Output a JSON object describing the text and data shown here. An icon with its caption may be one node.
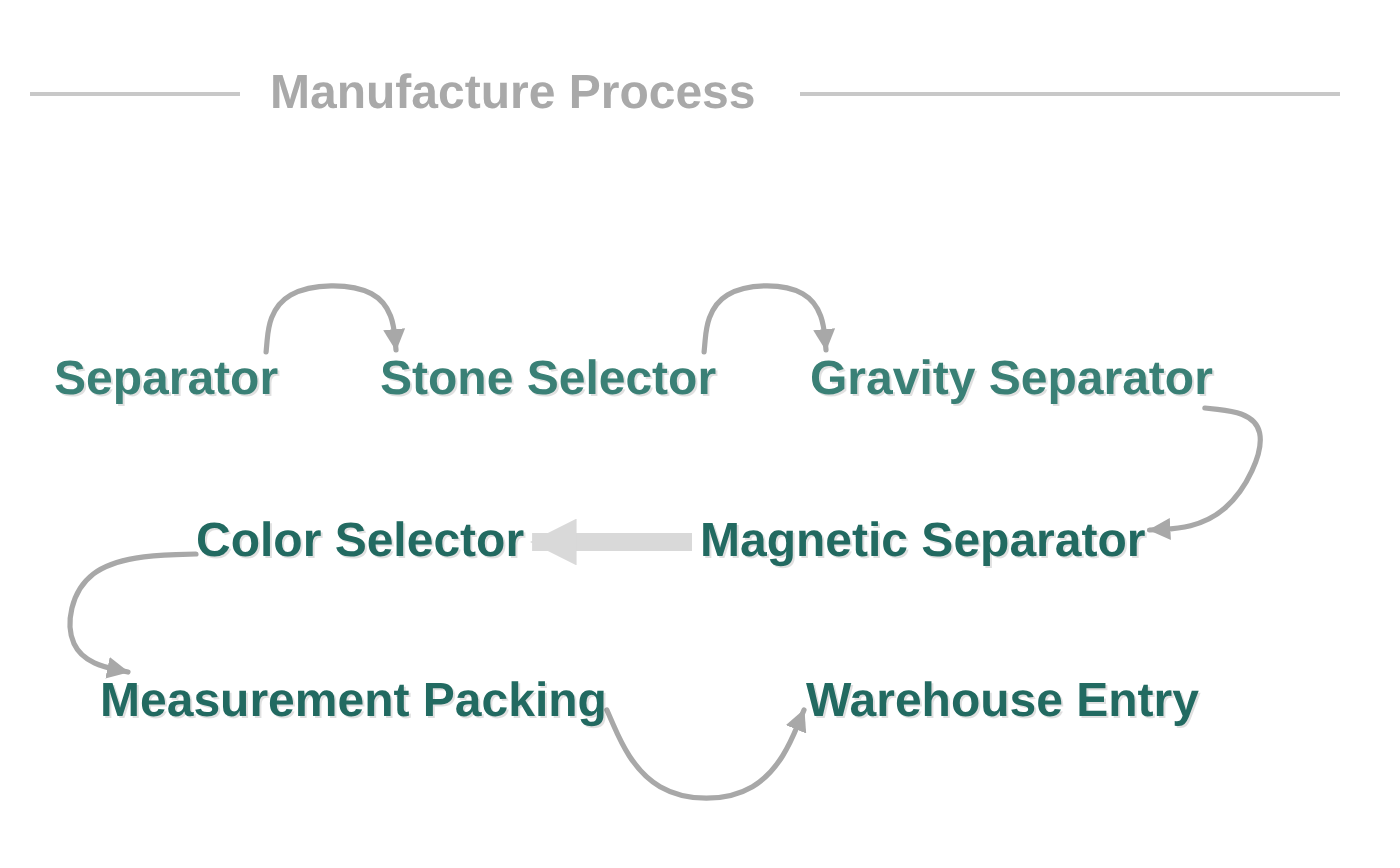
{
  "diagram": {
    "title": "Manufacture Process",
    "nodes": [
      {
        "text": [
          "Separator"
        ]
      },
      {
        "text": [
          "Stone Selector"
        ]
      },
      {
        "text": [
          "Gravity Separator"
        ]
      },
      {
        "text": [
          "Magnetic Separator"
        ]
      },
      {
        "text": [
          "Color Selector"
        ]
      },
      {
        "text": [
          "Measurement Packing"
        ]
      },
      {
        "text": [
          "Warehouse Entry"
        ]
      }
    ],
    "edges": [
      {
        "from": 0,
        "to": 1,
        "arrow": "to"
      },
      {
        "from": 1,
        "to": 2,
        "arrow": "to"
      },
      {
        "from": 2,
        "to": 3,
        "arrow": "to"
      },
      {
        "from": 3,
        "to": 4,
        "arrow": "to",
        "style": "thick",
        "color": "#d9d9d9"
      },
      {
        "from": 4,
        "to": 5,
        "arrow": "to"
      },
      {
        "from": 5,
        "to": 6,
        "arrow": "to"
      }
    ]
  }
}
